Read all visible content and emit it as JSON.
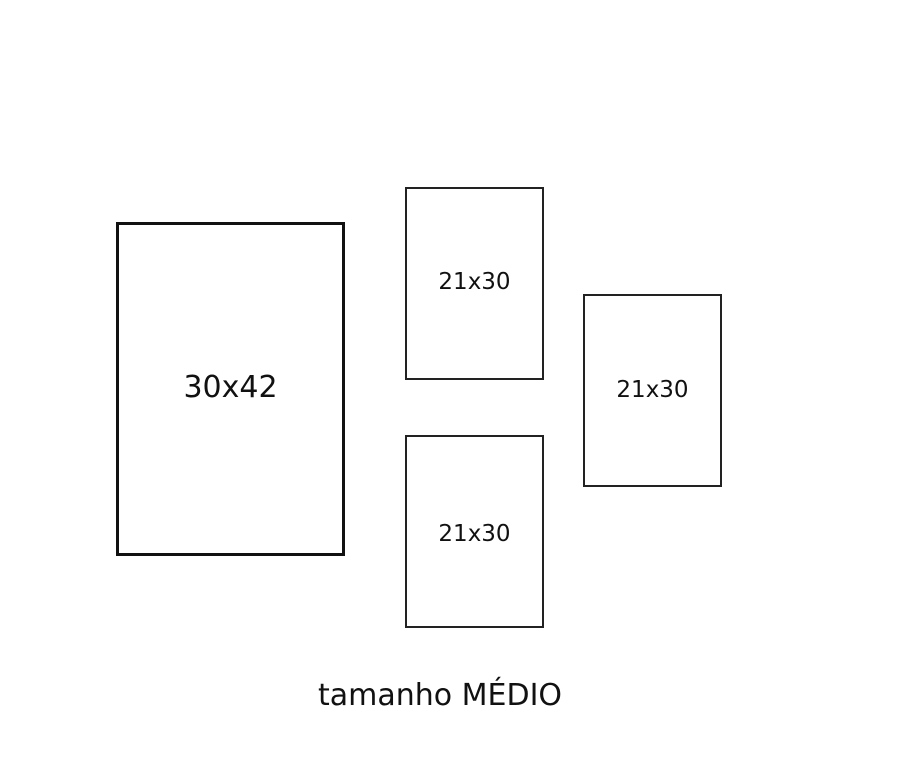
{
  "frames": {
    "large": {
      "label": "30x42"
    },
    "top": {
      "label": "21x30"
    },
    "bottom": {
      "label": "21x30"
    },
    "right": {
      "label": "21x30"
    }
  },
  "caption": "tamanho MÉDIO",
  "colors": {
    "background": "#ffffff",
    "stroke": "#111111",
    "text": "#111111"
  }
}
